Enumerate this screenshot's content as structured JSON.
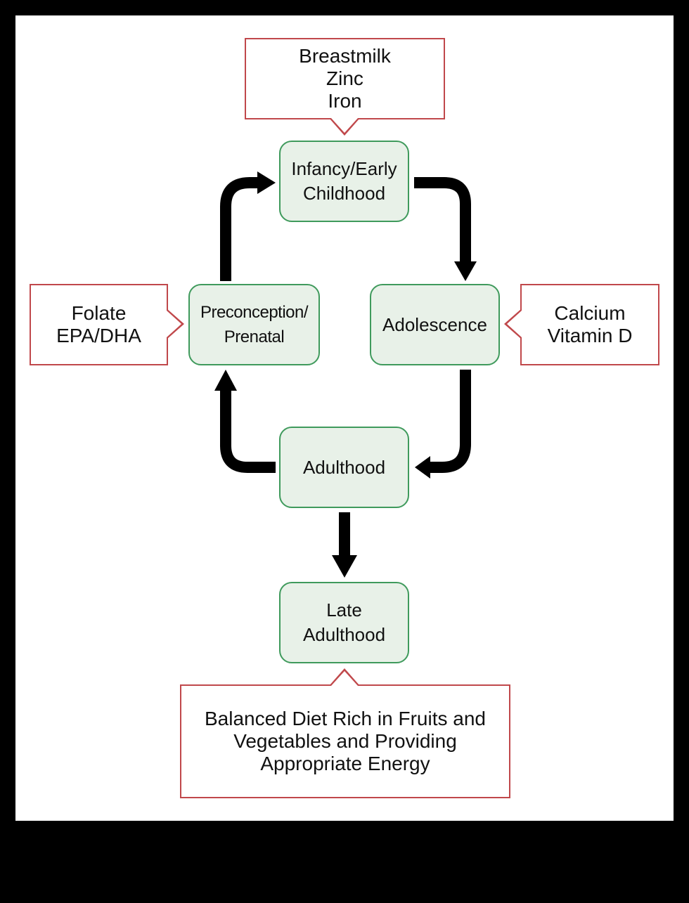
{
  "colors": {
    "frame": "#000000",
    "background": "#ffffff",
    "stage_fill": "#e8f1e8",
    "stage_border": "#3f9a5c",
    "note_border": "#c0484b",
    "arrow": "#000000"
  },
  "stages": {
    "infancy": [
      "Infancy/Early",
      "Childhood"
    ],
    "preconception": [
      "Preconception/",
      "Prenatal"
    ],
    "adolescence": [
      "Adolescence"
    ],
    "adulthood": [
      "Adulthood"
    ],
    "late_adulthood": [
      "Late",
      "Adulthood"
    ]
  },
  "notes": {
    "infancy": [
      "Breastmilk",
      "Zinc",
      "Iron"
    ],
    "preconception": [
      "Folate",
      "EPA/DHA"
    ],
    "adolescence": [
      "Calcium",
      "Vitamin D"
    ],
    "late_adulthood": [
      "Balanced Diet Rich in Fruits and",
      "Vegetables and Providing",
      "Appropriate Energy"
    ]
  }
}
